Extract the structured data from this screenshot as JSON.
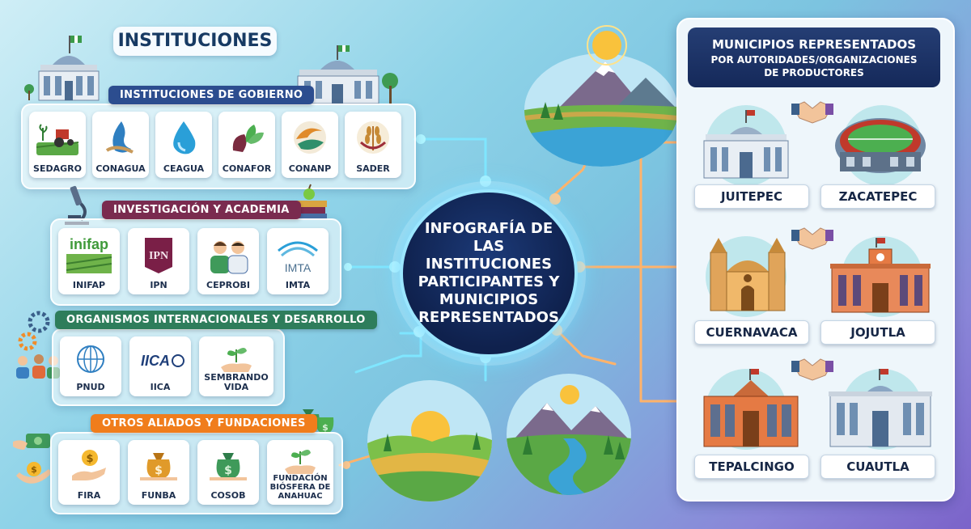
{
  "header": {
    "title": "INSTITUCIONES"
  },
  "gobierno": {
    "title": "INSTITUCIONES DE GOBIERNO",
    "items": [
      "SEDAGRO",
      "CONAGUA",
      "CEAGUA",
      "CONAFOR",
      "CONANP",
      "SADER"
    ]
  },
  "investigacion": {
    "title": "INVESTIGACIÓN Y ACADEMIA",
    "items": [
      "INIFAP",
      "IPN",
      "CEPROBI",
      "IMTA"
    ],
    "logo_text": {
      "inifap": "inifap",
      "ipn": "IPN",
      "imta": "IMTA"
    }
  },
  "internacionales": {
    "title": "ORGANISMOS INTERNACIONALES Y DESARROLLO",
    "items": [
      "PNUD",
      "IICA",
      "SEMBRANDO VIDA"
    ],
    "logo_text": {
      "iica": "IICA"
    }
  },
  "aliados": {
    "title": "OTROS ALIADOS Y FUNDACIONES",
    "items": [
      "FIRA",
      "FUNBA",
      "COSOB",
      "FUNDACIÓN BIÓSFERA DE ANAHUAC"
    ]
  },
  "center": {
    "title": "INFOGRAFÍA DE LAS INSTITUCIONES PARTICIPANTES Y MUNICIPIOS REPRESENTADOS"
  },
  "municipios": {
    "title_line1": "MUNICIPIOS REPRESENTADOS",
    "title_line2": "POR AUTORIDADES/ORGANIZACIONES",
    "title_line3": "DE PRODUCTORES",
    "items": [
      "JUITEPEC",
      "ZACATEPEC",
      "CUERNAVACA",
      "JOJUTLA",
      "TEPALCINGO",
      "CUAUTLA"
    ]
  },
  "colors": {
    "gobierno": "#2c4d8f",
    "investigacion": "#7a2b4f",
    "internacionales": "#2e7d5b",
    "aliados": "#f07d1c",
    "center": "#0f214d"
  }
}
